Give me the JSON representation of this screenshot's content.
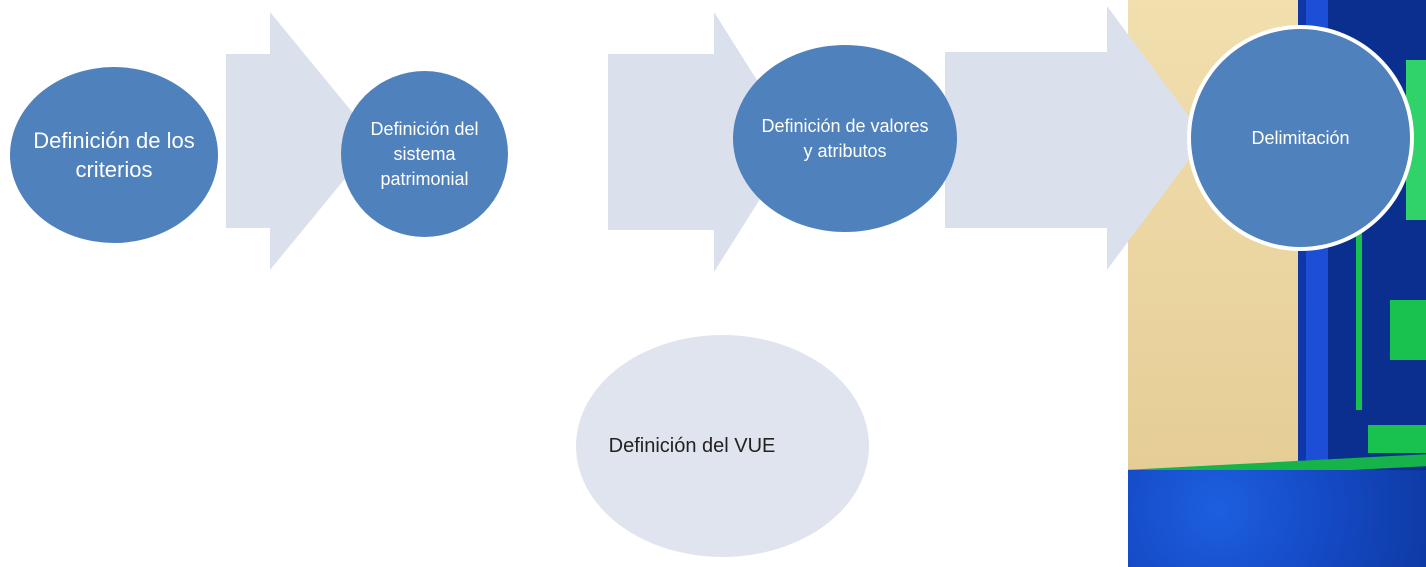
{
  "diagram": {
    "steps": [
      {
        "id": "step1",
        "label": "Definición de los criterios"
      },
      {
        "id": "step2",
        "label": "Definición del sistema patrimonial"
      },
      {
        "id": "step3",
        "label": "Definición de valores y atributos"
      },
      {
        "id": "step4",
        "label": "Delimitación"
      }
    ],
    "detached": {
      "label": "Definición del VUE"
    },
    "colors": {
      "circle_fill": "#4f81bd",
      "arrow_fill": "#dbe1ec",
      "detached_fill": "#dfe4ee",
      "text_on_circle": "#ffffff"
    }
  }
}
